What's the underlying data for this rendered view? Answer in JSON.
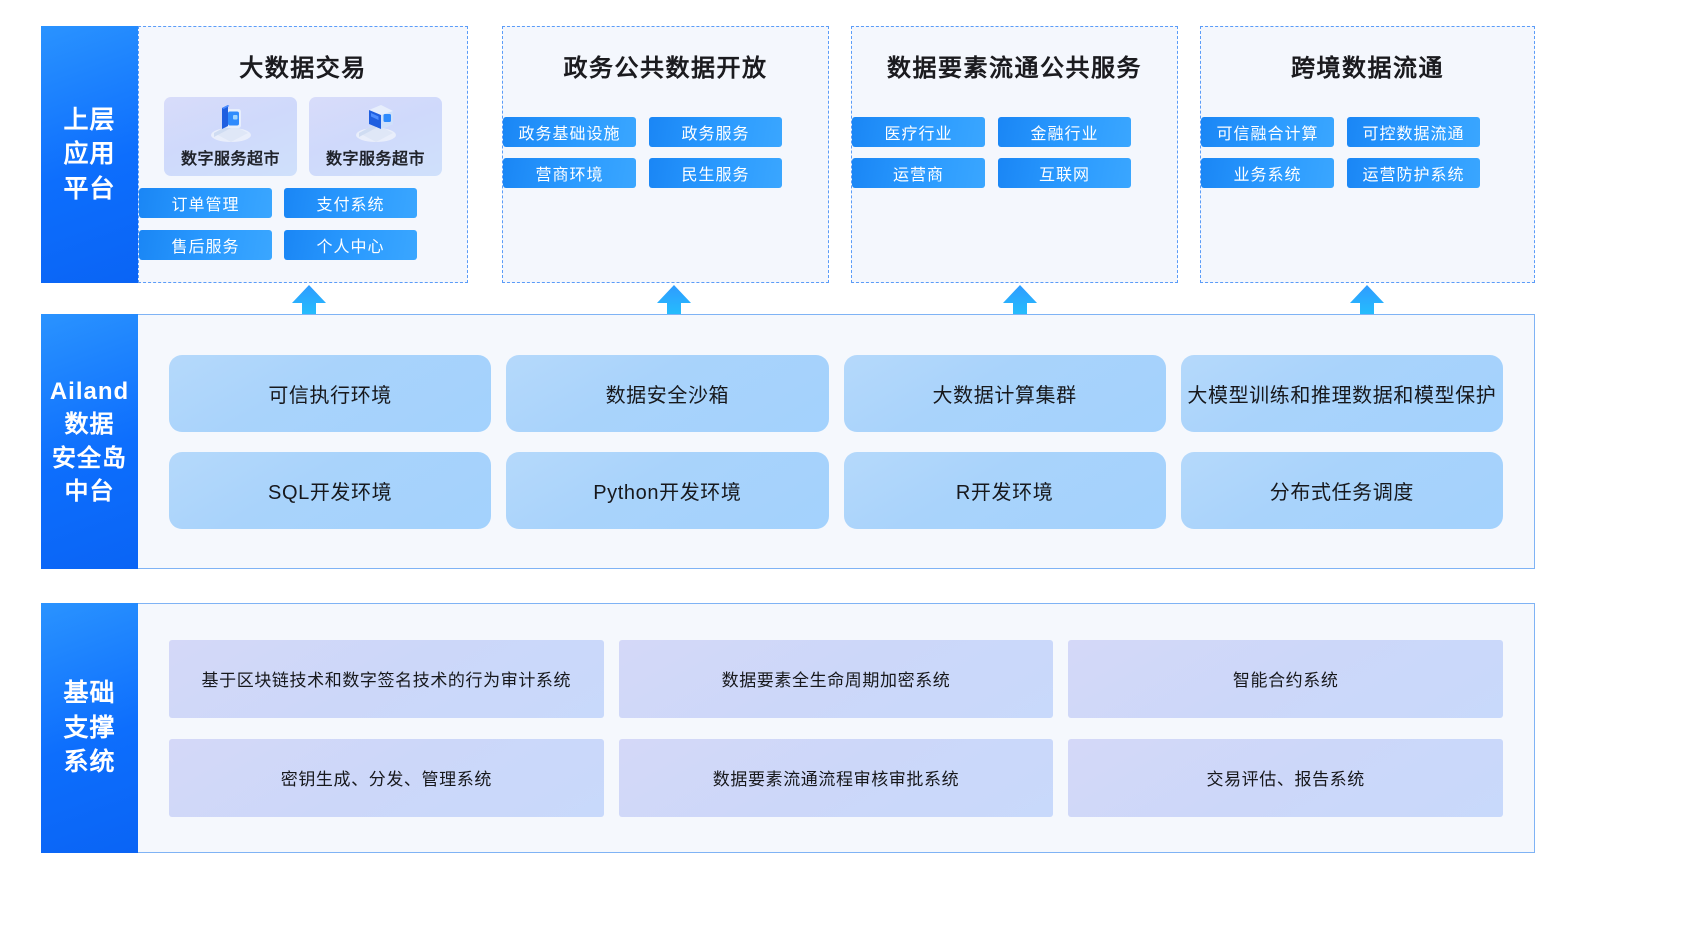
{
  "layers": {
    "top": {
      "label_lines": [
        "上层",
        "应用",
        "平台"
      ],
      "panels": [
        {
          "title": "大数据交易",
          "cards": [
            {
              "label": "数字服务超市",
              "icon": "isometric-book-screen-icon"
            },
            {
              "label": "数字服务超市",
              "icon": "isometric-monitor-icon"
            }
          ],
          "buttons": [
            "订单管理",
            "支付系统",
            "售后服务",
            "个人中心"
          ]
        },
        {
          "title": "政务公共数据开放",
          "cards": [],
          "buttons": [
            "政务基础设施",
            "政务服务",
            "营商环境",
            "民生服务"
          ]
        },
        {
          "title": "数据要素流通公共服务",
          "cards": [],
          "buttons": [
            "医疗行业",
            "金融行业",
            "运营商",
            "互联网"
          ]
        },
        {
          "title": "跨境数据流通",
          "cards": [],
          "buttons": [
            "可信融合计算",
            "可控数据流通",
            "业务系统",
            "运营防护系统"
          ]
        }
      ]
    },
    "middle": {
      "label_lines": [
        "Ailand",
        "数据",
        "安全岛",
        "中台"
      ],
      "rows": [
        [
          "可信执行环境",
          "数据安全沙箱",
          "大数据计算集群",
          "大模型训练和推理数据和模型保护"
        ],
        [
          "SQL开发环境",
          "Python开发环境",
          "R开发环境",
          "分布式任务调度"
        ]
      ]
    },
    "bottom": {
      "label_lines": [
        "基础",
        "支撑",
        "系统"
      ],
      "rows": [
        [
          "基于区块链技术和数字签名技术的行为审计系统",
          "数据要素全生命周期加密系统",
          "智能合约系统"
        ],
        [
          "密钥生成、分发、管理系统",
          "数据要素流通流程审核审批系统",
          "交易评估、报告系统"
        ]
      ]
    }
  },
  "arrows": {
    "count": 4,
    "direction": "up",
    "semantic": "upward-flow-arrow"
  },
  "colors": {
    "brand_blue": "#0d6efd",
    "pill_blue": "#2b9bff",
    "arrow_cyan": "#22c5fb",
    "panel_bg": "#f4f7fd",
    "panel_border": "#5b9cf8",
    "mid_card": "#a9d3fb",
    "bot_card": "#ccd7f9"
  }
}
